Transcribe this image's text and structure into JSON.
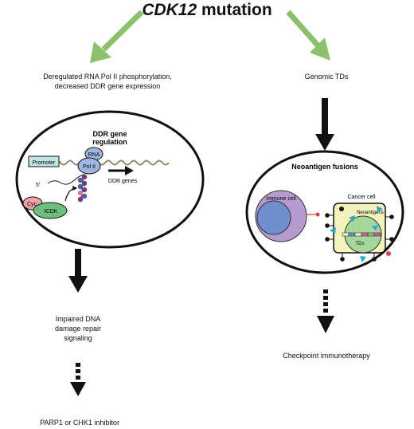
{
  "title": {
    "gene": "CDK12",
    "rest": " mutation"
  },
  "left_branch": {
    "effect_line1": "Deregulated RNA Pol II phosphorylation,",
    "effect_line2": "decreased DDR gene expression",
    "panel_title_line1": "DDR gene",
    "panel_title_line2": "regulation",
    "promoter": "Promoter",
    "rna_pol_line1": "RNA",
    "rna_pol_line2": "Pol II",
    "five_prime": "5′",
    "ddr_genes": "DDR genes",
    "cyc": "Cyc",
    "tcdk": "tCDK",
    "outcome_line1": "Impaired DNA",
    "outcome_line2": "damage repair",
    "outcome_line3": "signaling",
    "therapy": "PARP1 or CHK1 inhibitor"
  },
  "right_branch": {
    "effect": "Genomic TDs",
    "panel_title": "Neoantigen fusions",
    "immune_cell": "Immune cell",
    "cancer_cell": "Cancer cell",
    "neoantigens": "Neoantigens",
    "tds": "TDs",
    "therapy": "Checkpoint immunotherapy"
  },
  "colors": {
    "green_arrow": "#8dc06a",
    "promoter_fill": "#bfe6e4",
    "pol_fill": "#9fb7e0",
    "cyc_fill": "#f2a3a8",
    "tcdk_fill": "#6cbf7e",
    "immune_outer": "#b59ad0",
    "immune_inner": "#6f8fcf",
    "cancer_fill": "#f3f3bc",
    "nucleus_fill": "#a6d79a"
  }
}
